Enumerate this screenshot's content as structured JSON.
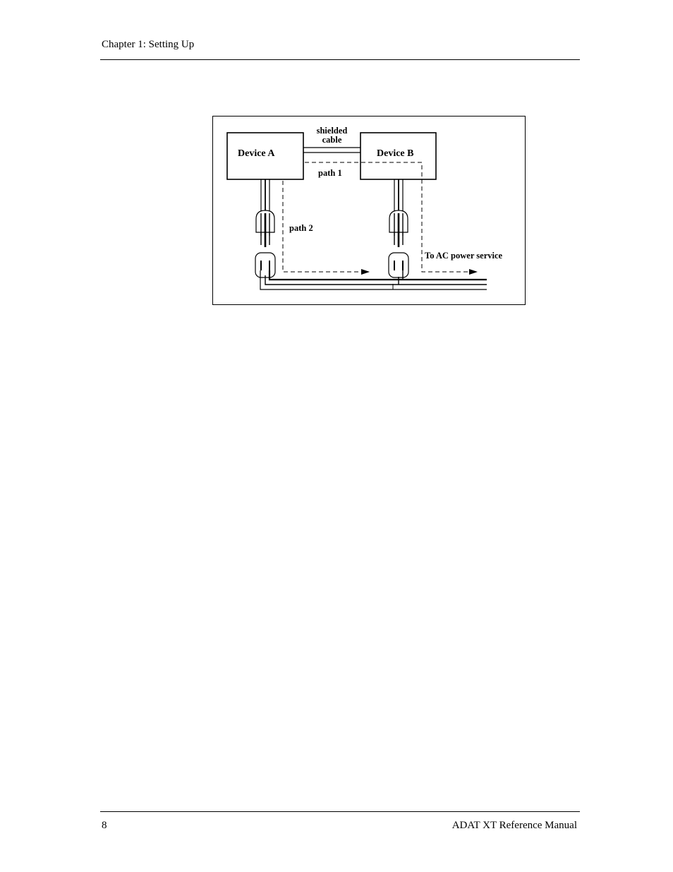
{
  "header": {
    "chapter_title": "Chapter 1: Setting Up"
  },
  "figure": {
    "device_a_label": "Device A",
    "device_b_label": "Device B",
    "shielded_label_line1": "shielded",
    "shielded_label_line2": "cable",
    "path1_label": "path 1",
    "path2_label": "path 2",
    "ac_label": "To AC power service"
  },
  "footer": {
    "page_number": "8",
    "manual_title": "ADAT XT Reference Manual"
  }
}
